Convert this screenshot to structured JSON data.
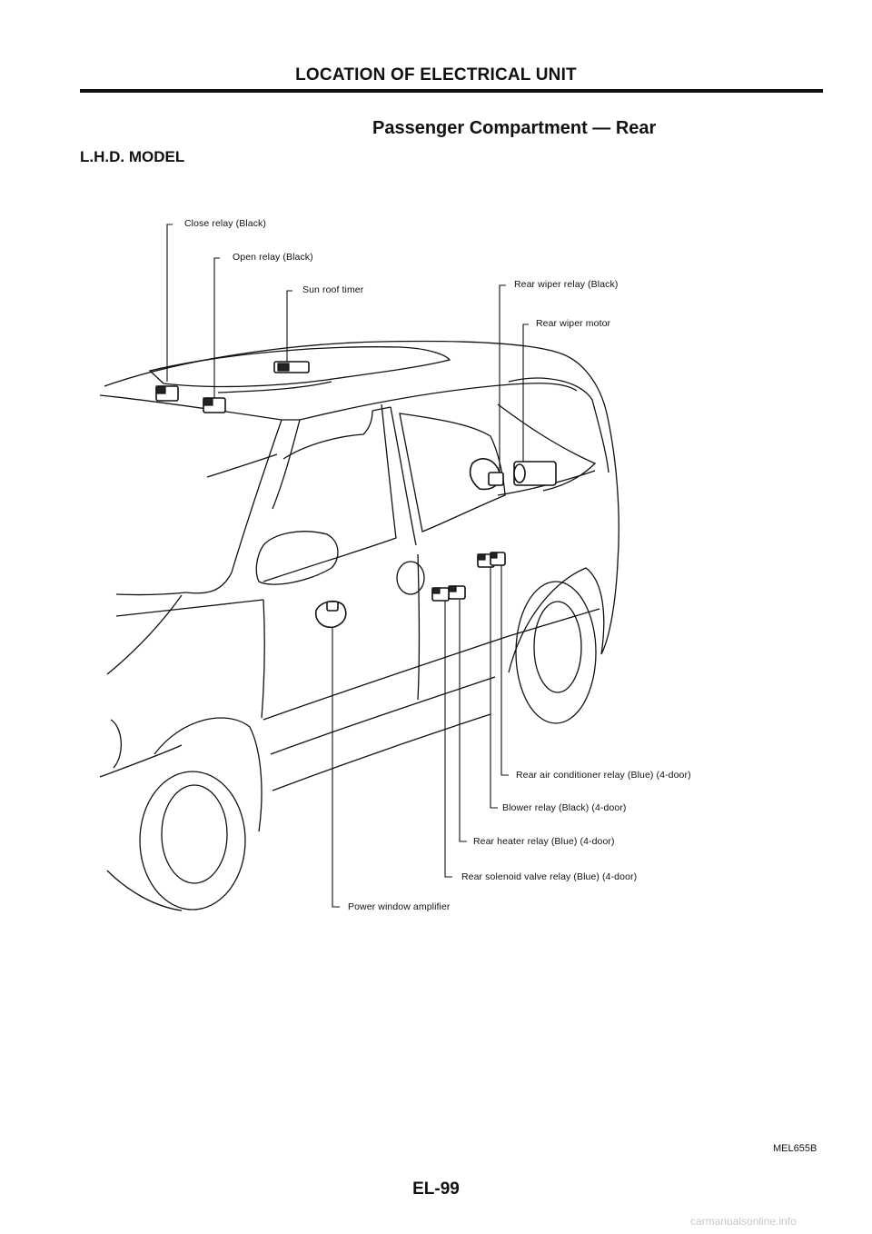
{
  "header": {
    "title": "LOCATION OF ELECTRICAL UNIT",
    "subtitle": "Passenger Compartment — Rear",
    "model": "L.H.D. MODEL"
  },
  "labels": {
    "close_relay": "Close relay (Black)",
    "open_relay": "Open relay (Black)",
    "sun_roof_timer": "Sun roof timer",
    "rear_wiper_relay": "Rear wiper relay (Black)",
    "rear_wiper_motor": "Rear wiper motor",
    "rear_ac_relay": "Rear air conditioner relay (Blue) (4-door)",
    "blower_relay": "Blower relay (Black) (4-door)",
    "rear_heater_relay": "Rear heater relay (Blue) (4-door)",
    "rear_solenoid_valve_relay": "Rear solenoid valve relay (Blue) (4-door)",
    "power_window_amplifier": "Power window amplifier"
  },
  "figure_code": "MEL655B",
  "page_number": "EL-99",
  "footer": "carmanualsonline.info"
}
